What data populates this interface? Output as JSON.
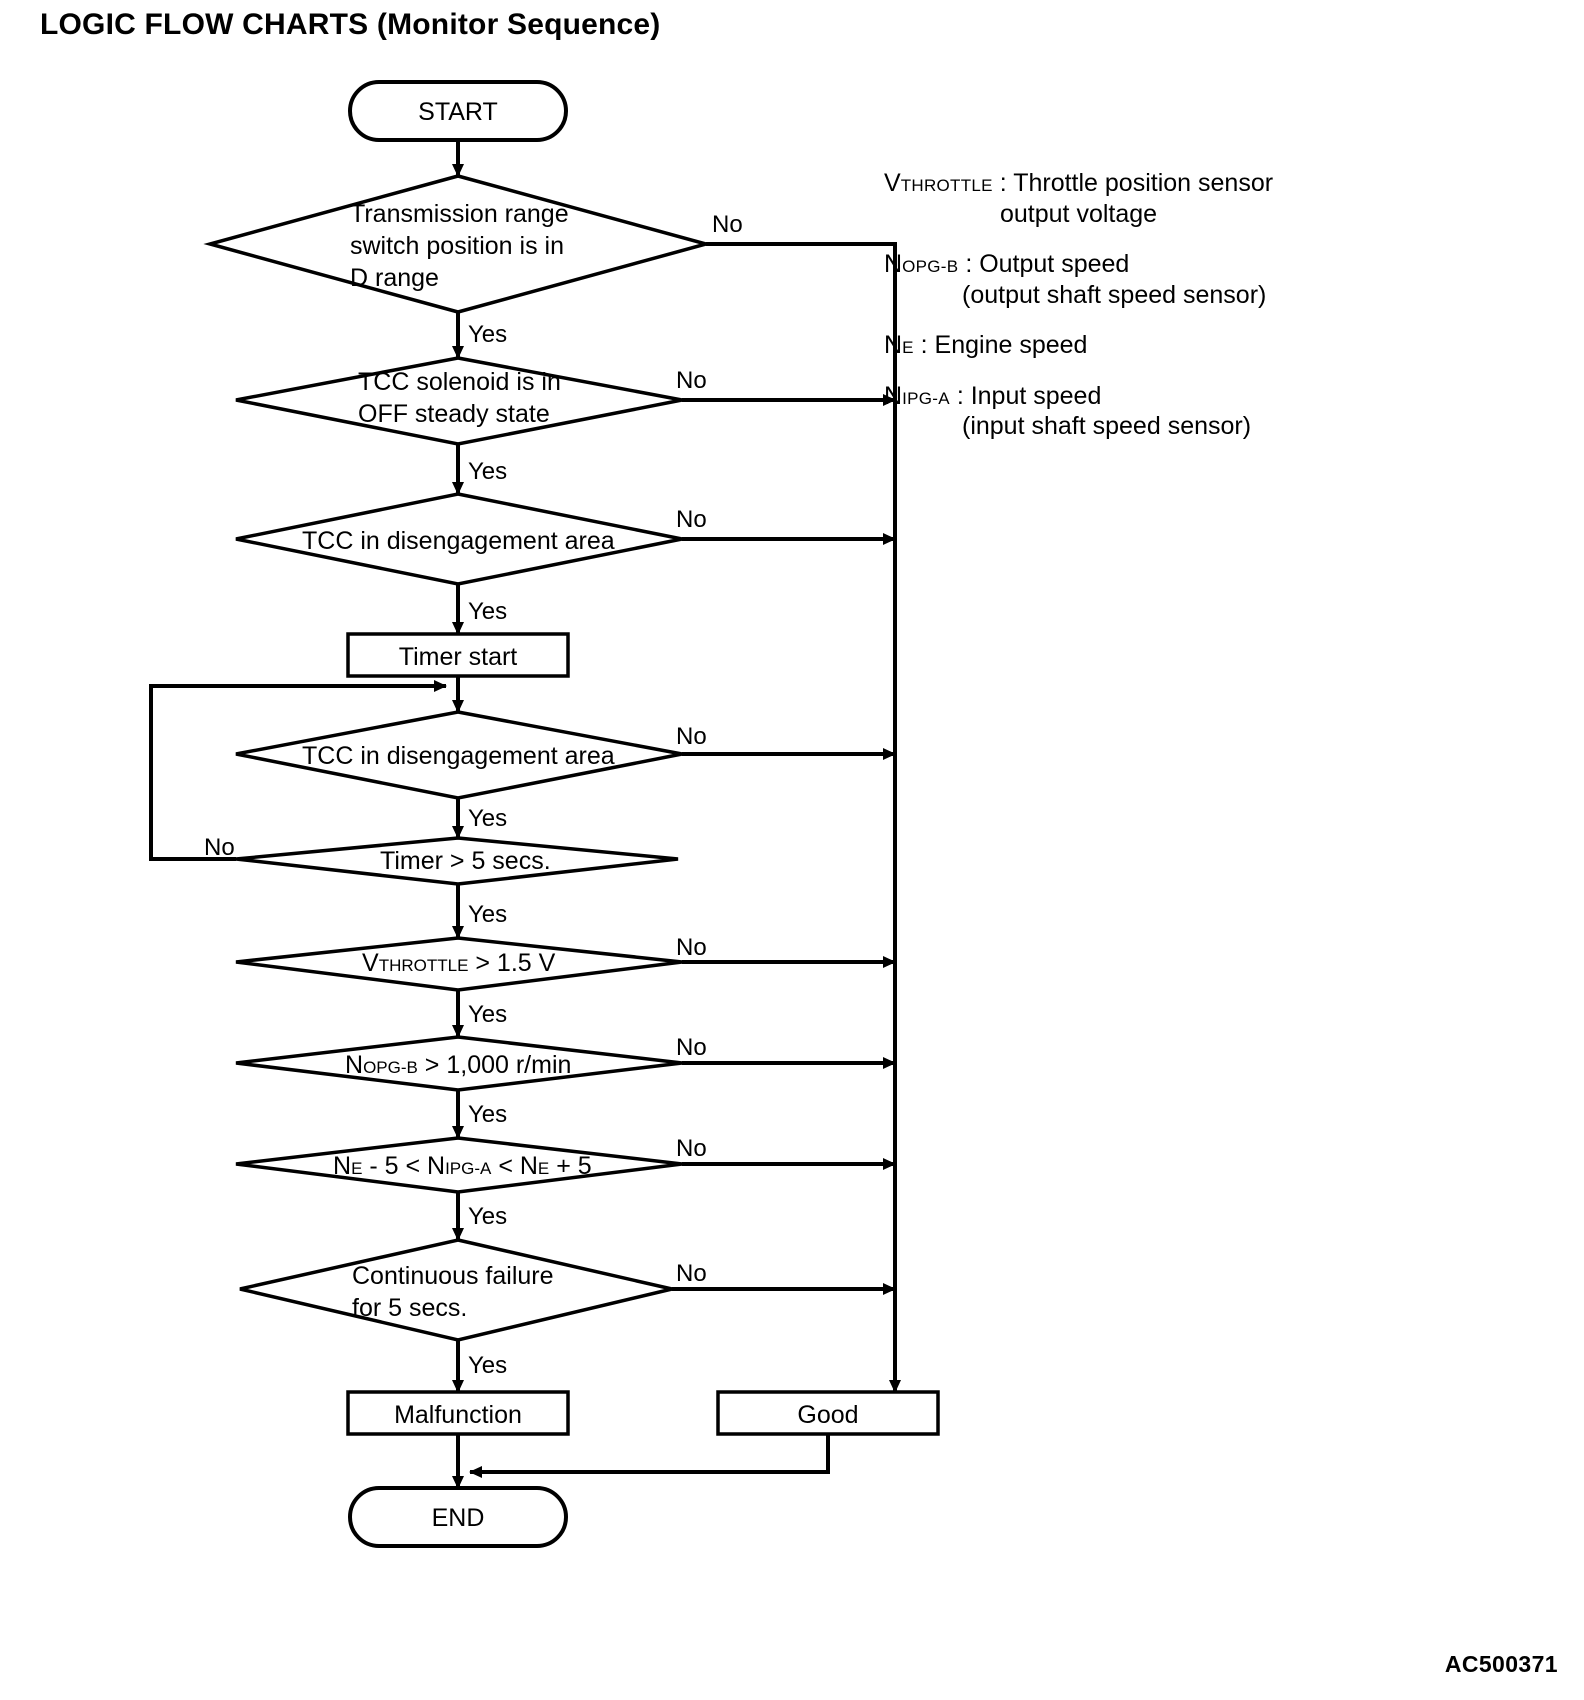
{
  "title": "LOGIC FLOW CHARTS (Monitor Sequence)",
  "doc_code": "AC500371",
  "colors": {
    "ink": "#000000",
    "paper": "#ffffff"
  },
  "legend": [
    {
      "symbol": "V",
      "symbol_sub": "THROTTLE",
      "line1": ": Throttle position sensor",
      "line2": "output voltage"
    },
    {
      "symbol": "N",
      "symbol_sub": "OPG-B",
      "line1": ": Output speed",
      "line2": "(output shaft speed sensor)"
    },
    {
      "symbol": "N",
      "symbol_sub": "E",
      "line1": ": Engine speed",
      "line2": ""
    },
    {
      "symbol": "N",
      "symbol_sub": "IPG-A",
      "line1": ": Input speed",
      "line2": "(input shaft speed sensor)"
    }
  ],
  "chart_data": {
    "type": "flowchart",
    "title": "LOGIC FLOW CHARTS (Monitor Sequence)",
    "terminators": [
      {
        "id": "start",
        "label": "START"
      },
      {
        "id": "end",
        "label": "END"
      }
    ],
    "processes": [
      {
        "id": "timer_start",
        "label": "Timer start"
      },
      {
        "id": "malfunction",
        "label": "Malfunction"
      },
      {
        "id": "good",
        "label": "Good"
      }
    ],
    "decisions": [
      {
        "id": "d1",
        "lines": [
          "Transmission range",
          "switch position is in",
          "D range"
        ],
        "yes": "d2",
        "no": "good"
      },
      {
        "id": "d2",
        "lines": [
          "TCC solenoid is in",
          "OFF steady state"
        ],
        "yes": "d3",
        "no": "good"
      },
      {
        "id": "d3",
        "lines": [
          "TCC in disengagement area"
        ],
        "yes": "timer_start",
        "no": "good"
      },
      {
        "id": "d4",
        "lines": [
          "TCC in disengagement area"
        ],
        "yes": "d5",
        "no": "good"
      },
      {
        "id": "d5",
        "lines": [
          "Timer > 5 secs."
        ],
        "yes": "d6",
        "no": "d4"
      },
      {
        "id": "d6",
        "lines": [
          "V",
          "THROTTLE",
          " > 1.5 V"
        ],
        "text": "VTHROTTLE > 1.5 V",
        "yes": "d7",
        "no": "good"
      },
      {
        "id": "d7",
        "lines": [
          "N",
          "OPG-B",
          " > 1,000 r/min"
        ],
        "text": "NOPG-B > 1,000 r/min",
        "yes": "d8",
        "no": "good"
      },
      {
        "id": "d8",
        "lines": [
          "N",
          "E",
          " - 5 < N",
          "IPG-A",
          " < N",
          "E",
          " + 5"
        ],
        "text": "NE - 5 < NIPG-A < NE + 5",
        "yes": "d9",
        "no": "good"
      },
      {
        "id": "d9",
        "lines": [
          "Continuous failure",
          "for 5 secs."
        ],
        "yes": "malfunction",
        "no": "good"
      }
    ],
    "branch_labels": {
      "yes": "Yes",
      "no": "No"
    }
  },
  "nodes": {
    "start": "START",
    "end": "END",
    "timer_start": "Timer start",
    "malfunction": "Malfunction",
    "good": "Good",
    "d1_l1": "Transmission range",
    "d1_l2": "switch position is in",
    "d1_l3": "D range",
    "d2_l1": "TCC solenoid is in",
    "d2_l2": "OFF steady state",
    "d3_l1": "TCC in disengagement area",
    "d4_l1": "TCC in disengagement area",
    "d5_l1": "Timer > 5 secs.",
    "d6_sym": "V",
    "d6_sub": "THROTTLE",
    "d6_rest": " > 1.5 V",
    "d7_sym": "N",
    "d7_sub": "OPG-B",
    "d7_rest": " > 1,000 r/min",
    "d8_sym1": "N",
    "d8_sub1": "E",
    "d8_mid1": " - 5 < N",
    "d8_sub2": "IPG-A",
    "d8_mid2": " < N",
    "d8_sub3": "E",
    "d8_end": " + 5",
    "d9_l1": "Continuous failure",
    "d9_l2": "for 5 secs."
  },
  "labels": {
    "yes": "Yes",
    "no": "No"
  }
}
